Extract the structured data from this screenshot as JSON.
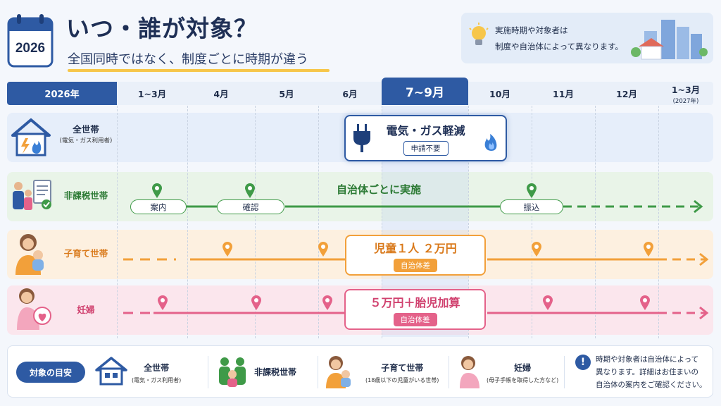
{
  "header": {
    "calendar_year": "2026",
    "title": "いつ・誰が対象？",
    "subtitle": "全国同時ではなく、制度ごとに時期が違う"
  },
  "note": {
    "line1": "実施時期や対象者は",
    "line2": "制度や自治体によって異なります。"
  },
  "timeline": {
    "year_label": "2026年",
    "months": [
      "1~3月",
      "4月",
      "5月",
      "6月",
      "7~9月",
      "10月",
      "11月",
      "12月",
      "1~3月"
    ],
    "last_month_sub": "(2027年)"
  },
  "rows": {
    "all": {
      "label": "全世帯",
      "sub": "(電気・ガス利用者)",
      "box_title": "電気・ガス軽減",
      "box_tag": "申請不要"
    },
    "nontax": {
      "label": "非課税世帯",
      "caption": "自治体ごとに実施",
      "steps": [
        "案内",
        "確認",
        "振込"
      ]
    },
    "child": {
      "label": "子育て世帯",
      "box_title": "児童１人 ２万円",
      "box_tag": "自治体差"
    },
    "preg": {
      "label": "妊婦",
      "box_title": "５万円＋胎児加算",
      "box_tag": "自治体差"
    }
  },
  "legend": {
    "button": "対象の目安",
    "items": [
      {
        "label": "全世帯",
        "sub": "(電気・ガス利用者)"
      },
      {
        "label": "非課税世帯",
        "sub": ""
      },
      {
        "label": "子育て世帯",
        "sub": "(18歳以下の児童がいる世帯)"
      },
      {
        "label": "妊婦",
        "sub": "(母子手帳を取得した方など)"
      }
    ],
    "note_lines": [
      "時期や対象者は自治体によって",
      "異なります。詳細はお住まいの",
      "自治体の案内をご確認ください。"
    ]
  },
  "colors": {
    "navy": "#2e5aa3",
    "blue_row": "#e6eefa",
    "green": "#3f9a48",
    "green_row": "#e9f4e8",
    "orange": "#f2a03a",
    "orange_row": "#fdf0e0",
    "pink": "#e4628a",
    "pink_row": "#fbe6ed"
  }
}
